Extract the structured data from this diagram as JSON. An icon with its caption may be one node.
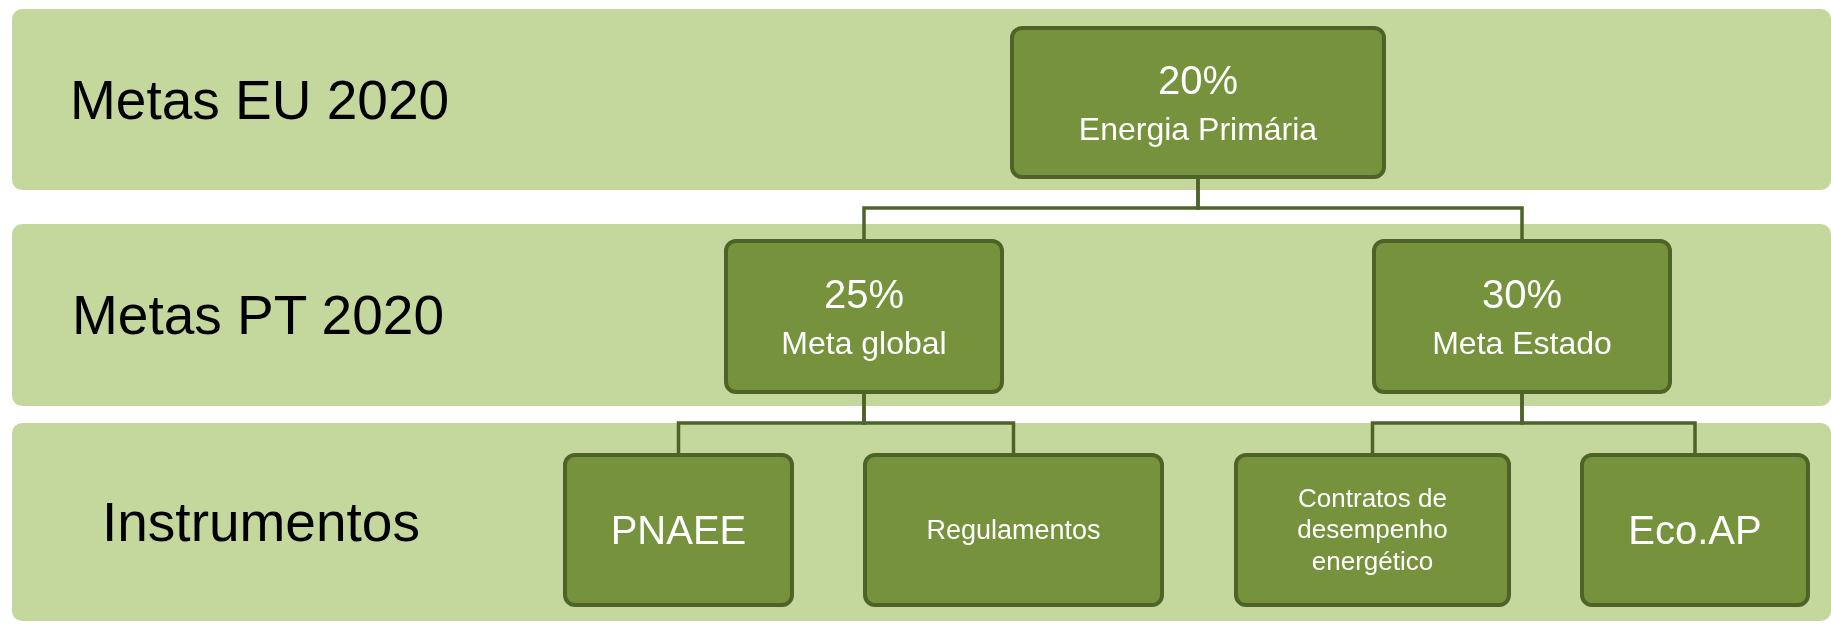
{
  "diagram": {
    "nodes": [
      {
        "text": [
          "Metas EU 2020"
        ]
      },
      {
        "text": [
          "20%",
          "Energia Primária"
        ],
        "in": 0
      },
      {
        "text": [
          "Metas PT 2020"
        ]
      },
      {
        "text": [
          "25%",
          "Meta global"
        ],
        "in": 2
      },
      {
        "text": [
          "30%",
          "Meta Estado"
        ],
        "in": 2
      },
      {
        "text": [
          "Instrumentos"
        ]
      },
      {
        "text": [
          "PNAEE"
        ],
        "in": 5
      },
      {
        "text": [
          "Regulamentos"
        ],
        "in": 5
      },
      {
        "text": [
          "Contratos de desempenho energético"
        ],
        "in": 5
      },
      {
        "text": [
          "Eco.AP"
        ],
        "in": 5
      }
    ],
    "edges": [
      {
        "from": 1,
        "to": 3,
        "arrow": "none"
      },
      {
        "from": 1,
        "to": 4,
        "arrow": "none"
      },
      {
        "from": 3,
        "to": 6,
        "arrow": "none"
      },
      {
        "from": 3,
        "to": 7,
        "arrow": "none"
      },
      {
        "from": 4,
        "to": 8,
        "arrow": "none"
      },
      {
        "from": 4,
        "to": 9,
        "arrow": "none"
      }
    ]
  }
}
